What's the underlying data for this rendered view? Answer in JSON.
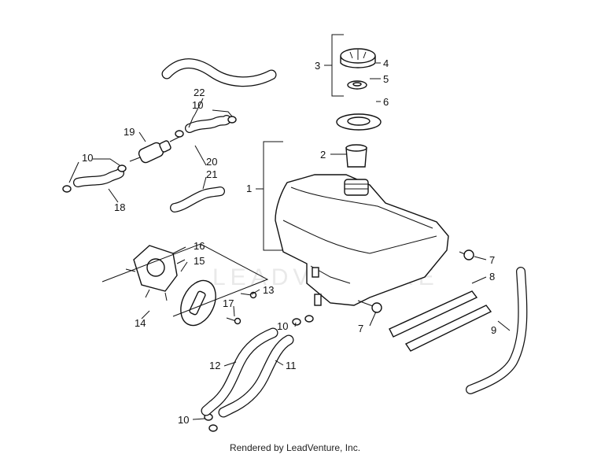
{
  "watermark": "LEADVENTURE",
  "footer": "Rendered by LeadVenture, Inc.",
  "callouts": {
    "c1": "1",
    "c2": "2",
    "c3": "3",
    "c4": "4",
    "c5": "5",
    "c6": "6",
    "c7a": "7",
    "c7b": "7",
    "c8": "8",
    "c9": "9",
    "c10a": "10",
    "c10b": "10",
    "c10c": "10",
    "c10d": "10",
    "c11": "11",
    "c12": "12",
    "c13": "13",
    "c14": "14",
    "c15": "15",
    "c16": "16",
    "c17": "17",
    "c18": "18",
    "c19": "19",
    "c20": "20",
    "c21": "21",
    "c22": "22"
  }
}
